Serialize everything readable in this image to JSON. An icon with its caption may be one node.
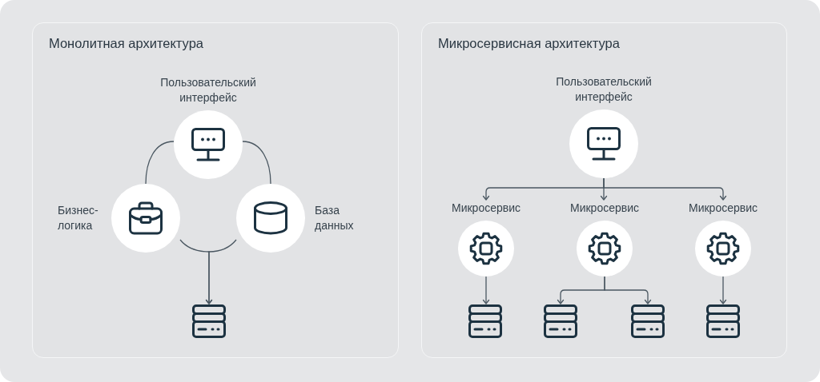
{
  "diagram": {
    "nodes": [
      {
        "text": [
          "Монолитная архитектура"
        ]
      },
      {
        "text": [
          "Пользовательский интерфейс"
        ],
        "in": 0
      },
      {
        "text": [
          "Бизнес-логика"
        ],
        "in": 0
      },
      {
        "text": [
          "База данных"
        ],
        "in": 0
      },
      {
        "text": [],
        "shape": "server",
        "in": 0
      },
      {
        "text": [
          "Микросервисная архитектура"
        ]
      },
      {
        "text": [
          "Пользовательский интерфейс"
        ],
        "in": 5
      },
      {
        "text": [
          "Микросервис"
        ],
        "in": 5
      },
      {
        "text": [
          "Микросервис"
        ],
        "in": 5
      },
      {
        "text": [
          "Микросервис"
        ],
        "in": 5
      },
      {
        "text": [],
        "shape": "server",
        "in": 5
      },
      {
        "text": [],
        "shape": "server",
        "in": 5
      },
      {
        "text": [],
        "shape": "server",
        "in": 5
      },
      {
        "text": [],
        "shape": "server",
        "in": 5
      }
    ],
    "edges": [
      {
        "from": 1,
        "to": 2,
        "arrow": "none"
      },
      {
        "from": 1,
        "to": 3,
        "arrow": "none"
      },
      {
        "from": 2,
        "to": 4,
        "arrow": "to"
      },
      {
        "from": 3,
        "to": 4,
        "arrow": "to"
      },
      {
        "from": 6,
        "to": 7,
        "arrow": "to"
      },
      {
        "from": 6,
        "to": 8,
        "arrow": "to"
      },
      {
        "from": 6,
        "to": 9,
        "arrow": "to"
      },
      {
        "from": 7,
        "to": 10,
        "arrow": "to"
      },
      {
        "from": 8,
        "to": 11,
        "arrow": "to"
      },
      {
        "from": 8,
        "to": 12,
        "arrow": "to"
      },
      {
        "from": 9,
        "to": 13,
        "arrow": "to"
      }
    ]
  }
}
